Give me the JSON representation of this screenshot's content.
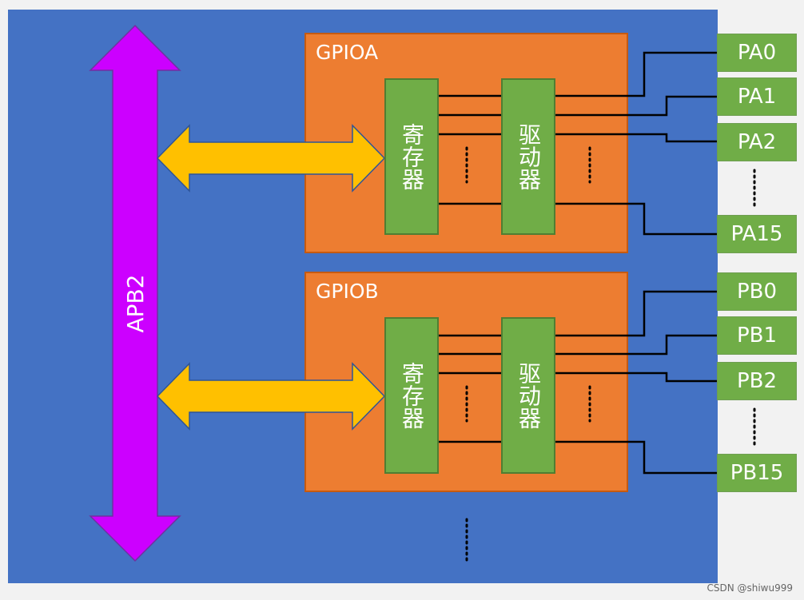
{
  "colors": {
    "chip": "#4472c4",
    "bus": "#cc00ff",
    "link_arrow": "#ffc000",
    "gpio": "#ed7d31",
    "block": "#70ad47",
    "wire": "#000000"
  },
  "bus": {
    "label": "APB2"
  },
  "gpio_a": {
    "title": "GPIOA",
    "register_label": "寄存器",
    "driver_label": "驱动器",
    "pins": [
      "PA0",
      "PA1",
      "PA2",
      "PA15"
    ]
  },
  "gpio_b": {
    "title": "GPIOB",
    "register_label": "寄存器",
    "driver_label": "驱动器",
    "pins": [
      "PB0",
      "PB1",
      "PB2",
      "PB15"
    ]
  },
  "watermark": "CSDN @shiwu999"
}
